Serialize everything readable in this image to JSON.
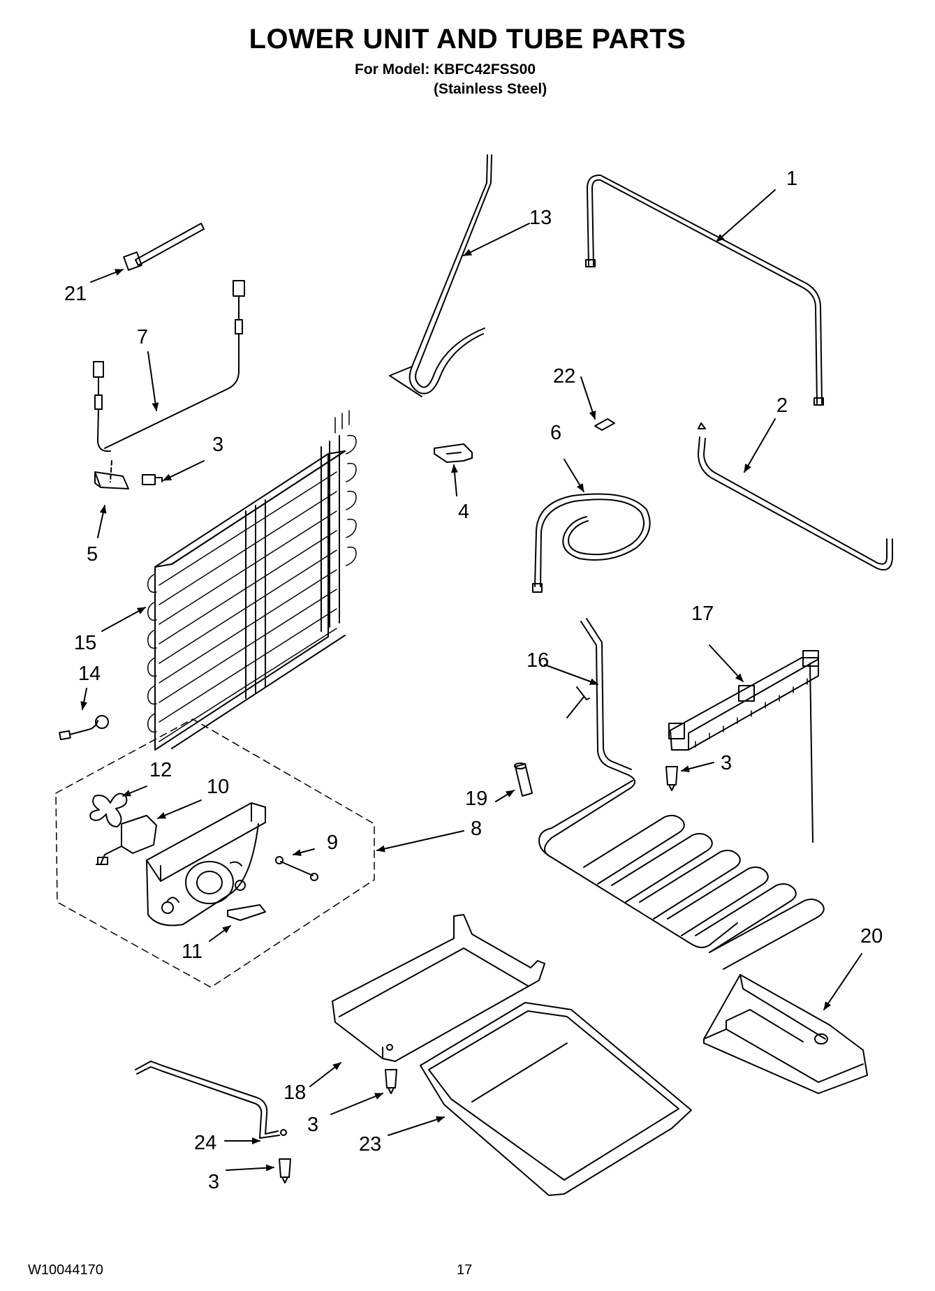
{
  "header": {
    "title": "LOWER UNIT AND TUBE PARTS",
    "model_line": "For Model: KBFC42FSS00",
    "finish_line": "(Stainless Steel)"
  },
  "callouts": [
    {
      "id": "c1",
      "label": "1"
    },
    {
      "id": "c2",
      "label": "2"
    },
    {
      "id": "c3a",
      "label": "3"
    },
    {
      "id": "c3b",
      "label": "3"
    },
    {
      "id": "c3c",
      "label": "3"
    },
    {
      "id": "c3d",
      "label": "3"
    },
    {
      "id": "c4",
      "label": "4"
    },
    {
      "id": "c5",
      "label": "5"
    },
    {
      "id": "c6",
      "label": "6"
    },
    {
      "id": "c7",
      "label": "7"
    },
    {
      "id": "c8",
      "label": "8"
    },
    {
      "id": "c9",
      "label": "9"
    },
    {
      "id": "c10",
      "label": "10"
    },
    {
      "id": "c11",
      "label": "11"
    },
    {
      "id": "c12",
      "label": "12"
    },
    {
      "id": "c13",
      "label": "13"
    },
    {
      "id": "c14",
      "label": "14"
    },
    {
      "id": "c15",
      "label": "15"
    },
    {
      "id": "c16",
      "label": "16"
    },
    {
      "id": "c17",
      "label": "17"
    },
    {
      "id": "c18",
      "label": "18"
    },
    {
      "id": "c19",
      "label": "19"
    },
    {
      "id": "c20",
      "label": "20"
    },
    {
      "id": "c21",
      "label": "21"
    },
    {
      "id": "c22",
      "label": "22"
    },
    {
      "id": "c23",
      "label": "23"
    },
    {
      "id": "c24",
      "label": "24"
    }
  ],
  "footer": {
    "doc_code": "W10044170",
    "page_number": "17"
  }
}
